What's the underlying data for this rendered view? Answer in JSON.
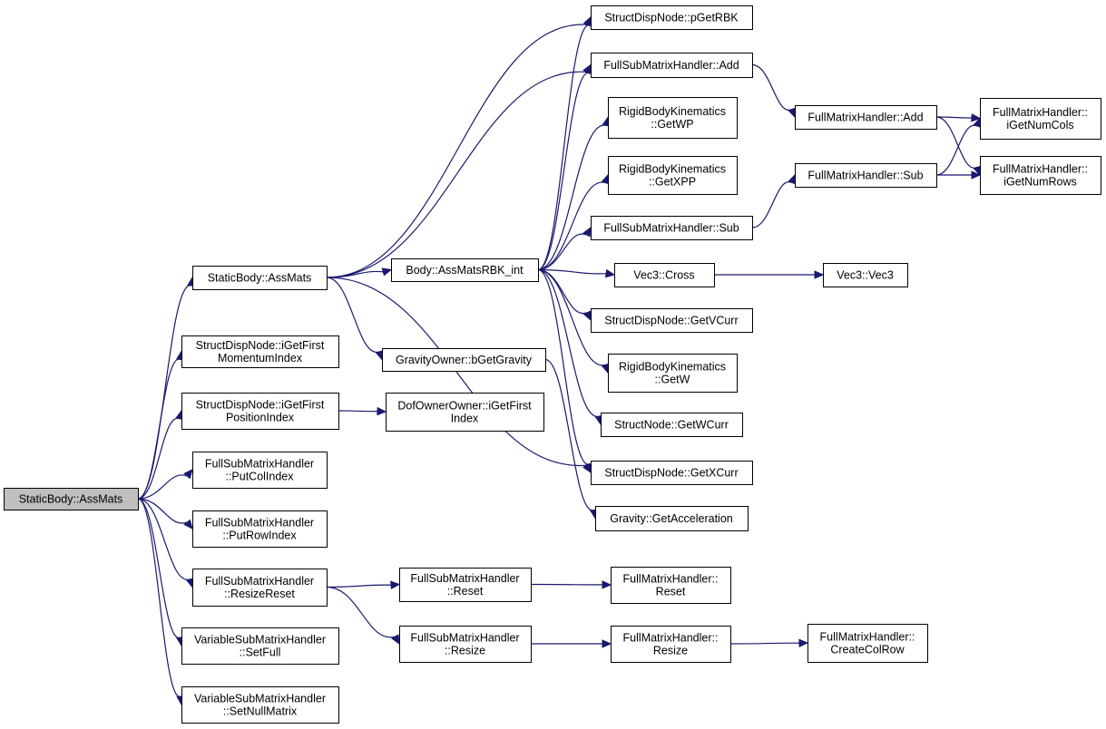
{
  "colors": {
    "edge": "#191970",
    "node_border": "#000000",
    "node_fill": "#ffffff",
    "root_fill": "#bfbfbf"
  },
  "nodes": {
    "static_body_root": {
      "lines": [
        "StaticBody::AssMats"
      ]
    },
    "static_body_assmats": {
      "lines": [
        "StaticBody::AssMats"
      ]
    },
    "sdn_igetfirst_momentum": {
      "lines": [
        "StructDispNode::iGetFirst",
        "MomentumIndex"
      ]
    },
    "sdn_igetfirst_position": {
      "lines": [
        "StructDispNode::iGetFirst",
        "PositionIndex"
      ]
    },
    "fsmh_putcolindex": {
      "lines": [
        "FullSubMatrixHandler",
        "::PutColIndex"
      ]
    },
    "fsmh_putrowindex": {
      "lines": [
        "FullSubMatrixHandler",
        "::PutRowIndex"
      ]
    },
    "fsmh_resizereset": {
      "lines": [
        "FullSubMatrixHandler",
        "::ResizeReset"
      ]
    },
    "vsmh_setfull": {
      "lines": [
        "VariableSubMatrixHandler",
        "::SetFull"
      ]
    },
    "vsmh_setnullmatrix": {
      "lines": [
        "VariableSubMatrixHandler",
        "::SetNullMatrix"
      ]
    },
    "body_assmatsrbk": {
      "lines": [
        "Body::AssMatsRBK_int"
      ]
    },
    "gravity_owner_bgetgravity": {
      "lines": [
        "GravityOwner::bGetGravity"
      ]
    },
    "dof_owner_igetfirst": {
      "lines": [
        "DofOwnerOwner::iGetFirst",
        "Index"
      ]
    },
    "fsmh_reset": {
      "lines": [
        "FullSubMatrixHandler",
        "::Reset"
      ]
    },
    "fsmh_resize": {
      "lines": [
        "FullSubMatrixHandler",
        "::Resize"
      ]
    },
    "sdn_pgetrbk": {
      "lines": [
        "StructDispNode::pGetRBK"
      ]
    },
    "fsmh_add": {
      "lines": [
        "FullSubMatrixHandler::Add"
      ]
    },
    "rbk_getwp": {
      "lines": [
        "RigidBodyKinematics",
        "::GetWP"
      ]
    },
    "rbk_getxpp": {
      "lines": [
        "RigidBodyKinematics",
        "::GetXPP"
      ]
    },
    "fsmh_sub": {
      "lines": [
        "FullSubMatrixHandler::Sub"
      ]
    },
    "vec3_cross": {
      "lines": [
        "Vec3::Cross"
      ]
    },
    "sdn_getvcurr": {
      "lines": [
        "StructDispNode::GetVCurr"
      ]
    },
    "rbk_getw": {
      "lines": [
        "RigidBodyKinematics",
        "::GetW"
      ]
    },
    "structnode_getwcurr": {
      "lines": [
        "StructNode::GetWCurr"
      ]
    },
    "sdn_getxcurr": {
      "lines": [
        "StructDispNode::GetXCurr"
      ]
    },
    "gravity_getacceleration": {
      "lines": [
        "Gravity::GetAcceleration"
      ]
    },
    "fmh_add": {
      "lines": [
        "FullMatrixHandler::Add"
      ]
    },
    "fmh_sub": {
      "lines": [
        "FullMatrixHandler::Sub"
      ]
    },
    "vec3_vec3": {
      "lines": [
        "Vec3::Vec3"
      ]
    },
    "fmh_igetnumcols": {
      "lines": [
        "FullMatrixHandler::",
        "iGetNumCols"
      ]
    },
    "fmh_igetnumrows": {
      "lines": [
        "FullMatrixHandler::",
        "iGetNumRows"
      ]
    },
    "fmh_reset": {
      "lines": [
        "FullMatrixHandler::",
        "Reset"
      ]
    },
    "fmh_resize": {
      "lines": [
        "FullMatrixHandler::",
        "Resize"
      ]
    },
    "fmh_createcolrow": {
      "lines": [
        "FullMatrixHandler::",
        "CreateColRow"
      ]
    }
  },
  "edges": [
    [
      "static_body_root",
      "static_body_assmats"
    ],
    [
      "static_body_root",
      "sdn_igetfirst_momentum"
    ],
    [
      "static_body_root",
      "sdn_igetfirst_position"
    ],
    [
      "static_body_root",
      "fsmh_putcolindex"
    ],
    [
      "static_body_root",
      "fsmh_putrowindex"
    ],
    [
      "static_body_root",
      "fsmh_resizereset"
    ],
    [
      "static_body_root",
      "vsmh_setfull"
    ],
    [
      "static_body_root",
      "vsmh_setnullmatrix"
    ],
    [
      "static_body_assmats",
      "body_assmatsrbk"
    ],
    [
      "static_body_assmats",
      "sdn_pgetrbk"
    ],
    [
      "static_body_assmats",
      "fsmh_add"
    ],
    [
      "static_body_assmats",
      "gravity_owner_bgetgravity"
    ],
    [
      "static_body_assmats",
      "sdn_getxcurr"
    ],
    [
      "body_assmatsrbk",
      "sdn_pgetrbk"
    ],
    [
      "body_assmatsrbk",
      "fsmh_add"
    ],
    [
      "body_assmatsrbk",
      "rbk_getwp"
    ],
    [
      "body_assmatsrbk",
      "rbk_getxpp"
    ],
    [
      "body_assmatsrbk",
      "fsmh_sub"
    ],
    [
      "body_assmatsrbk",
      "vec3_cross"
    ],
    [
      "body_assmatsrbk",
      "sdn_getvcurr"
    ],
    [
      "body_assmatsrbk",
      "rbk_getw"
    ],
    [
      "body_assmatsrbk",
      "structnode_getwcurr"
    ],
    [
      "body_assmatsrbk",
      "sdn_getxcurr"
    ],
    [
      "sdn_igetfirst_position",
      "dof_owner_igetfirst"
    ],
    [
      "gravity_owner_bgetgravity",
      "gravity_getacceleration"
    ],
    [
      "fsmh_resizereset",
      "fsmh_reset"
    ],
    [
      "fsmh_resizereset",
      "fsmh_resize"
    ],
    [
      "fsmh_reset",
      "fmh_reset"
    ],
    [
      "fsmh_resize",
      "fmh_resize"
    ],
    [
      "fmh_resize",
      "fmh_createcolrow"
    ],
    [
      "fsmh_add",
      "fmh_add"
    ],
    [
      "fsmh_sub",
      "fmh_sub"
    ],
    [
      "fmh_add",
      "fmh_igetnumcols"
    ],
    [
      "fmh_add",
      "fmh_igetnumrows"
    ],
    [
      "fmh_sub",
      "fmh_igetnumcols"
    ],
    [
      "fmh_sub",
      "fmh_igetnumrows"
    ],
    [
      "vec3_cross",
      "vec3_vec3"
    ]
  ]
}
